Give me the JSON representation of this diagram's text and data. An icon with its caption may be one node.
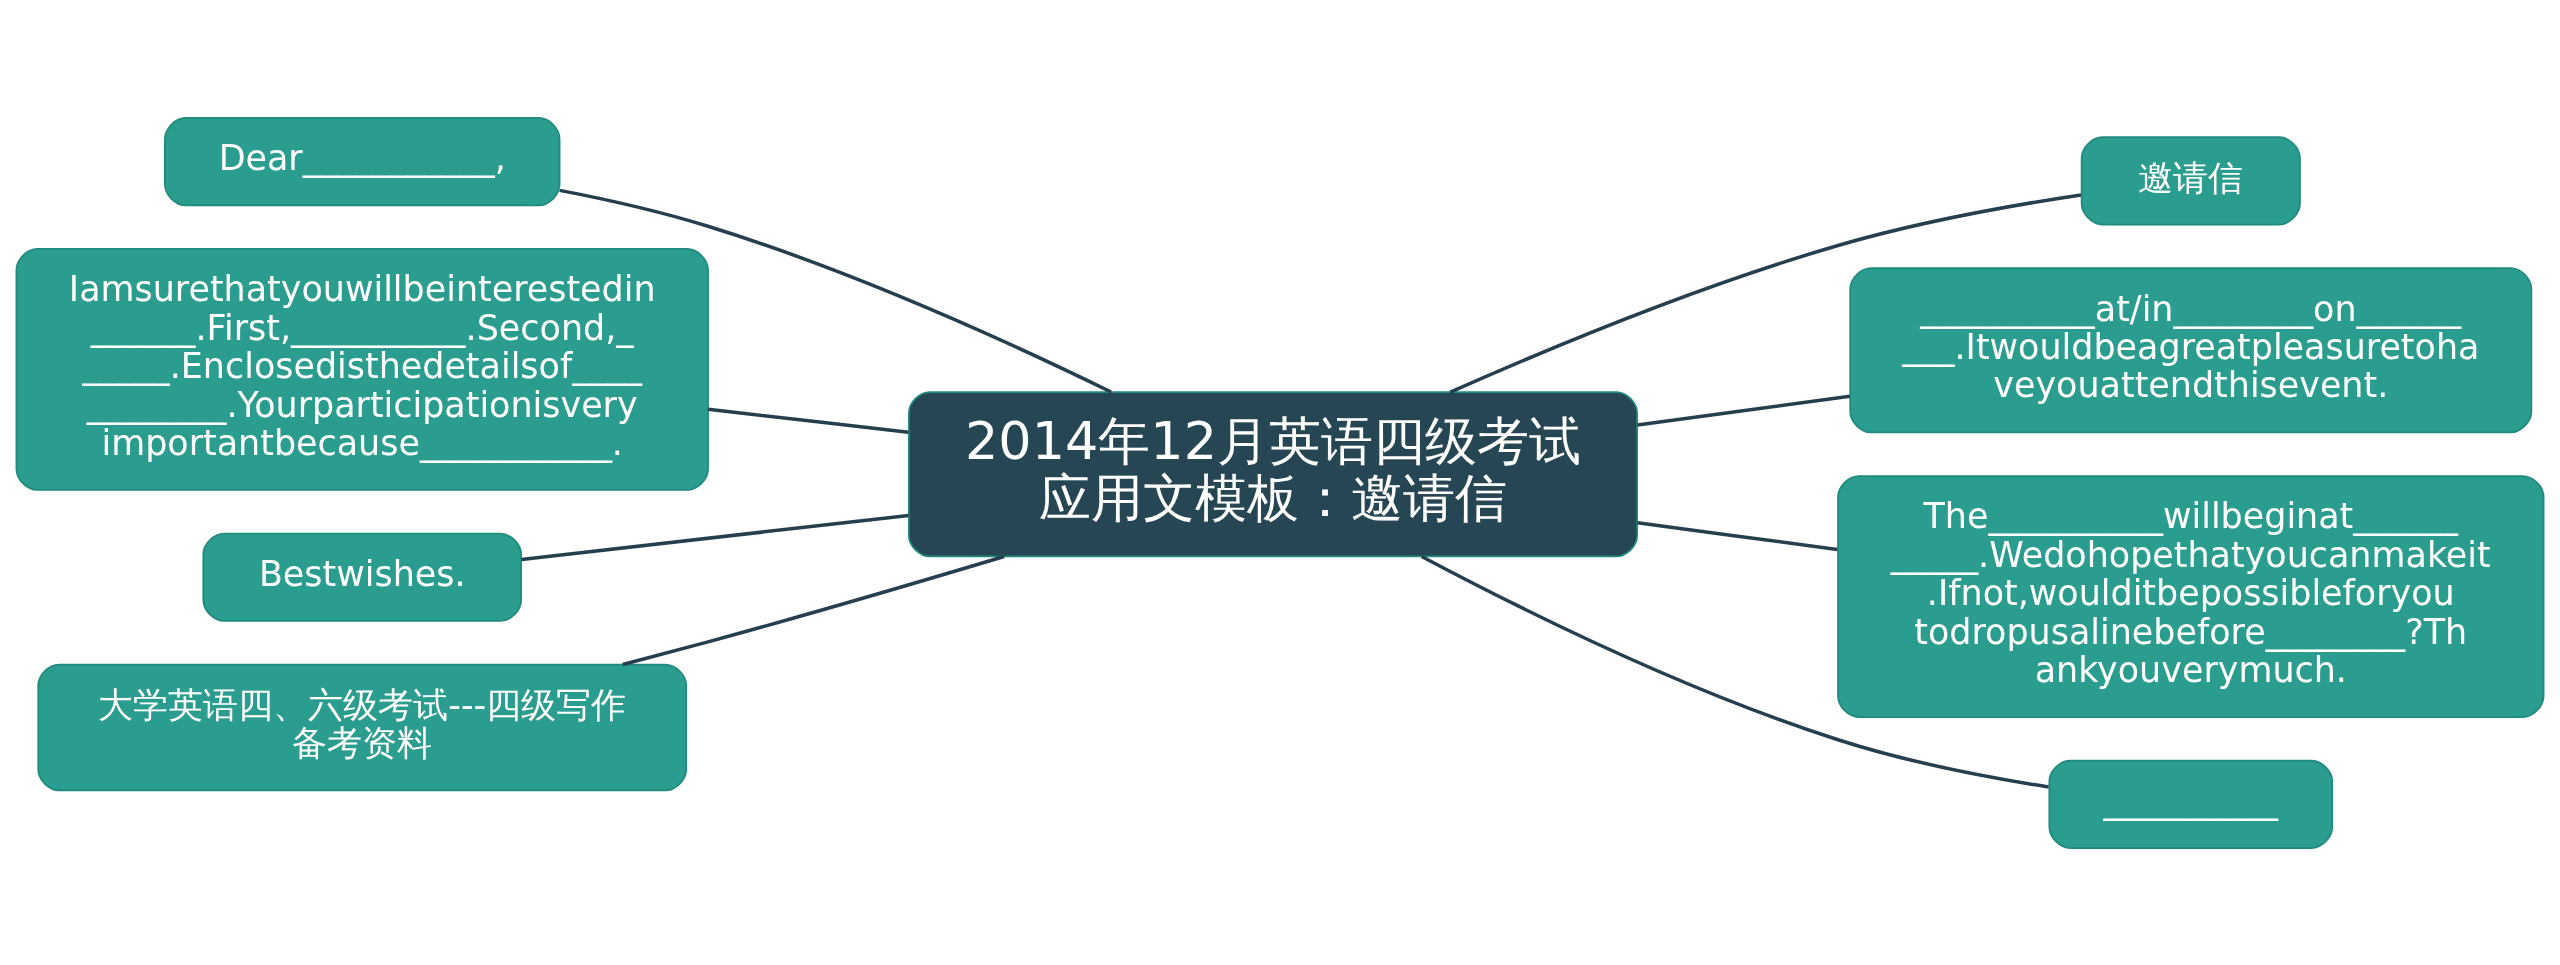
{
  "diagram": {
    "nodes": [
      {
        "text": [
          "2014年12月英语四级考试应用文模板：邀请信"
        ]
      },
      {
        "text": [
          "邀请信"
        ]
      },
      {
        "text": [
          "__________at/in________on_________.Itwouldbeagreatpleasuretohaveyouattendthisevent."
        ]
      },
      {
        "text": [
          "The__________willbeginat___________.Wedohopethatyoucanmakeit.Ifnot,woulditbepossibleforyoutodropusalinebefore________?Thankyouverymuch."
        ]
      },
      {
        "text": [
          "__________"
        ]
      },
      {
        "text": [
          "Dear___________,"
        ]
      },
      {
        "text": [
          "Iamsurethatyouwillbeinterestedin______.First,__________.Second,______.Enclosedisthedetailsof____________.Yourparticipationisveryimportantbecause___________."
        ]
      },
      {
        "text": [
          "Bestwishes."
        ]
      },
      {
        "text": [
          "大学英语四、六级考试---四级写作备考资料"
        ]
      }
    ],
    "edges": [
      {
        "from": 0,
        "to": 1,
        "arrow": "none"
      },
      {
        "from": 0,
        "to": 2,
        "arrow": "none"
      },
      {
        "from": 0,
        "to": 3,
        "arrow": "none"
      },
      {
        "from": 0,
        "to": 4,
        "arrow": "none"
      },
      {
        "from": 0,
        "to": 5,
        "arrow": "none"
      },
      {
        "from": 0,
        "to": 6,
        "arrow": "none"
      },
      {
        "from": 0,
        "to": 7,
        "arrow": "none"
      },
      {
        "from": 0,
        "to": 8,
        "arrow": "none"
      }
    ]
  }
}
